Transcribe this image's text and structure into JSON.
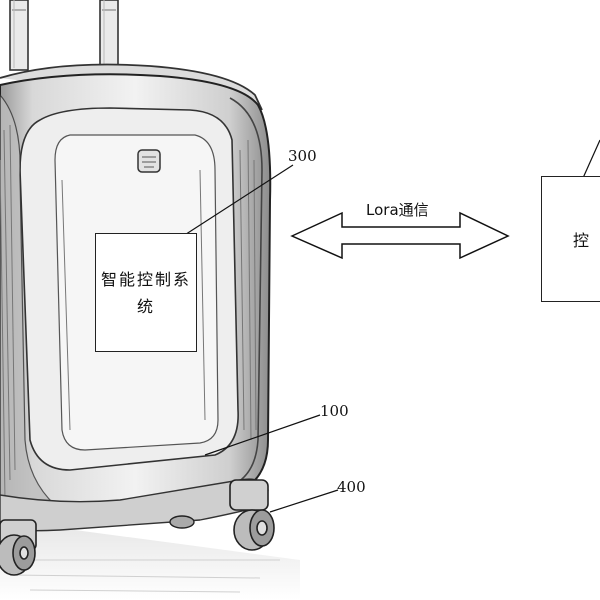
{
  "labels": {
    "control_system": "智能控制系统",
    "remote_partial": "控",
    "lora": "Lora通信",
    "ref_300": "300",
    "ref_100": "100",
    "ref_400": "400"
  },
  "icons": {
    "suitcase": "suitcase-sketch-icon",
    "double_arrow": "double-arrow-icon"
  }
}
